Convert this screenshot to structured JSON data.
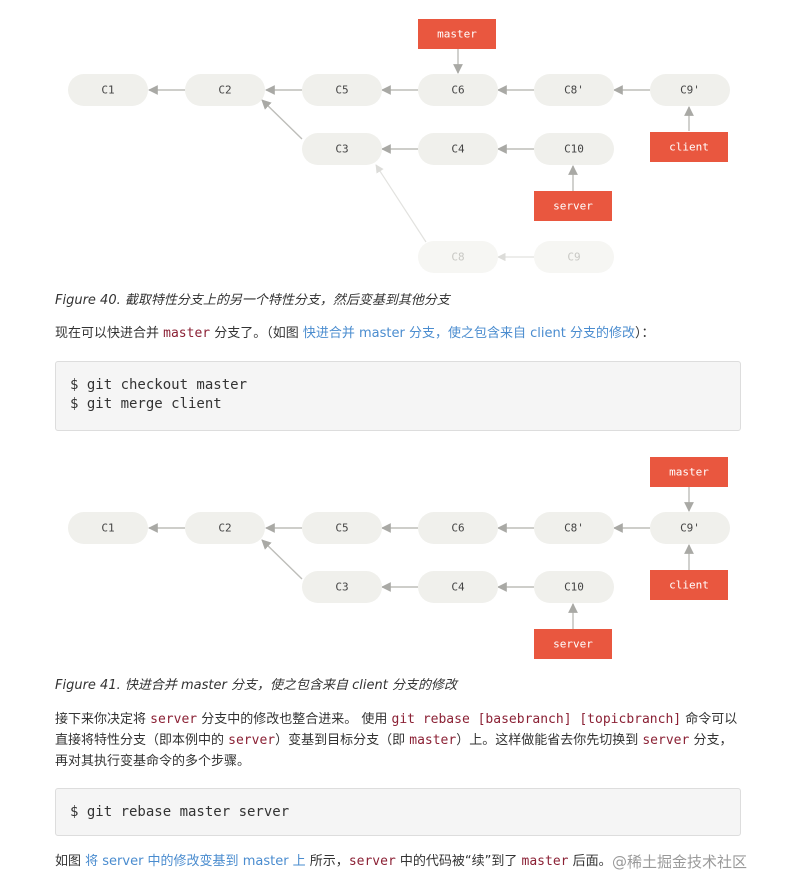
{
  "figure40": {
    "nodes": {
      "c1": "C1",
      "c2": "C2",
      "c5": "C5",
      "c6": "C6",
      "c8p": "C8'",
      "c9p": "C9'",
      "c3": "C3",
      "c4": "C4",
      "c10": "C10",
      "c8": "C8",
      "c9": "C9"
    },
    "refs": {
      "master": "master",
      "client": "client",
      "server": "server"
    },
    "caption": "Figure 40. 截取特性分支上的另一个特性分支，然后变基到其他分支"
  },
  "para1": {
    "before": "现在可以快进合并 ",
    "code": "master",
    "middle": " 分支了。（如图 ",
    "link": "快进合并 master 分支，使之包含来自 client 分支的修改",
    "after": "）："
  },
  "codeblock1": {
    "line1": "$ git checkout master",
    "line2": "$ git merge client"
  },
  "figure41": {
    "nodes": {
      "c1": "C1",
      "c2": "C2",
      "c5": "C5",
      "c6": "C6",
      "c8p": "C8'",
      "c9p": "C9'",
      "c3": "C3",
      "c4": "C4",
      "c10": "C10"
    },
    "refs": {
      "master": "master",
      "client": "client",
      "server": "server"
    },
    "caption": "Figure 41. 快进合并 master 分支，使之包含来自 client 分支的修改"
  },
  "para2": {
    "t1": "接下来你决定将 ",
    "c1": "server",
    "t2": " 分支中的修改也整合进来。 使用 ",
    "c2": "git rebase [basebranch] [topicbranch]",
    "t3": " 命令可以直接将特性分支（即本例中的 ",
    "c3": "server",
    "t4": "）变基到目标分支（即 ",
    "c4": "master",
    "t5": "）上。这样做能省去你先切换到 ",
    "c5": "server",
    "t6": " 分支，再对其执行变基命令的多个步骤。"
  },
  "codeblock2": {
    "line1": "$ git rebase master server"
  },
  "para3": {
    "t1": "如图 ",
    "link": "将 server 中的修改变基到 master 上",
    "t2": " 所示，",
    "c1": "server",
    "t3": " 中的代码被“续”到了 ",
    "c2": "master",
    "t4": " 后面。"
  },
  "watermark": "@稀土掘金技术社区"
}
